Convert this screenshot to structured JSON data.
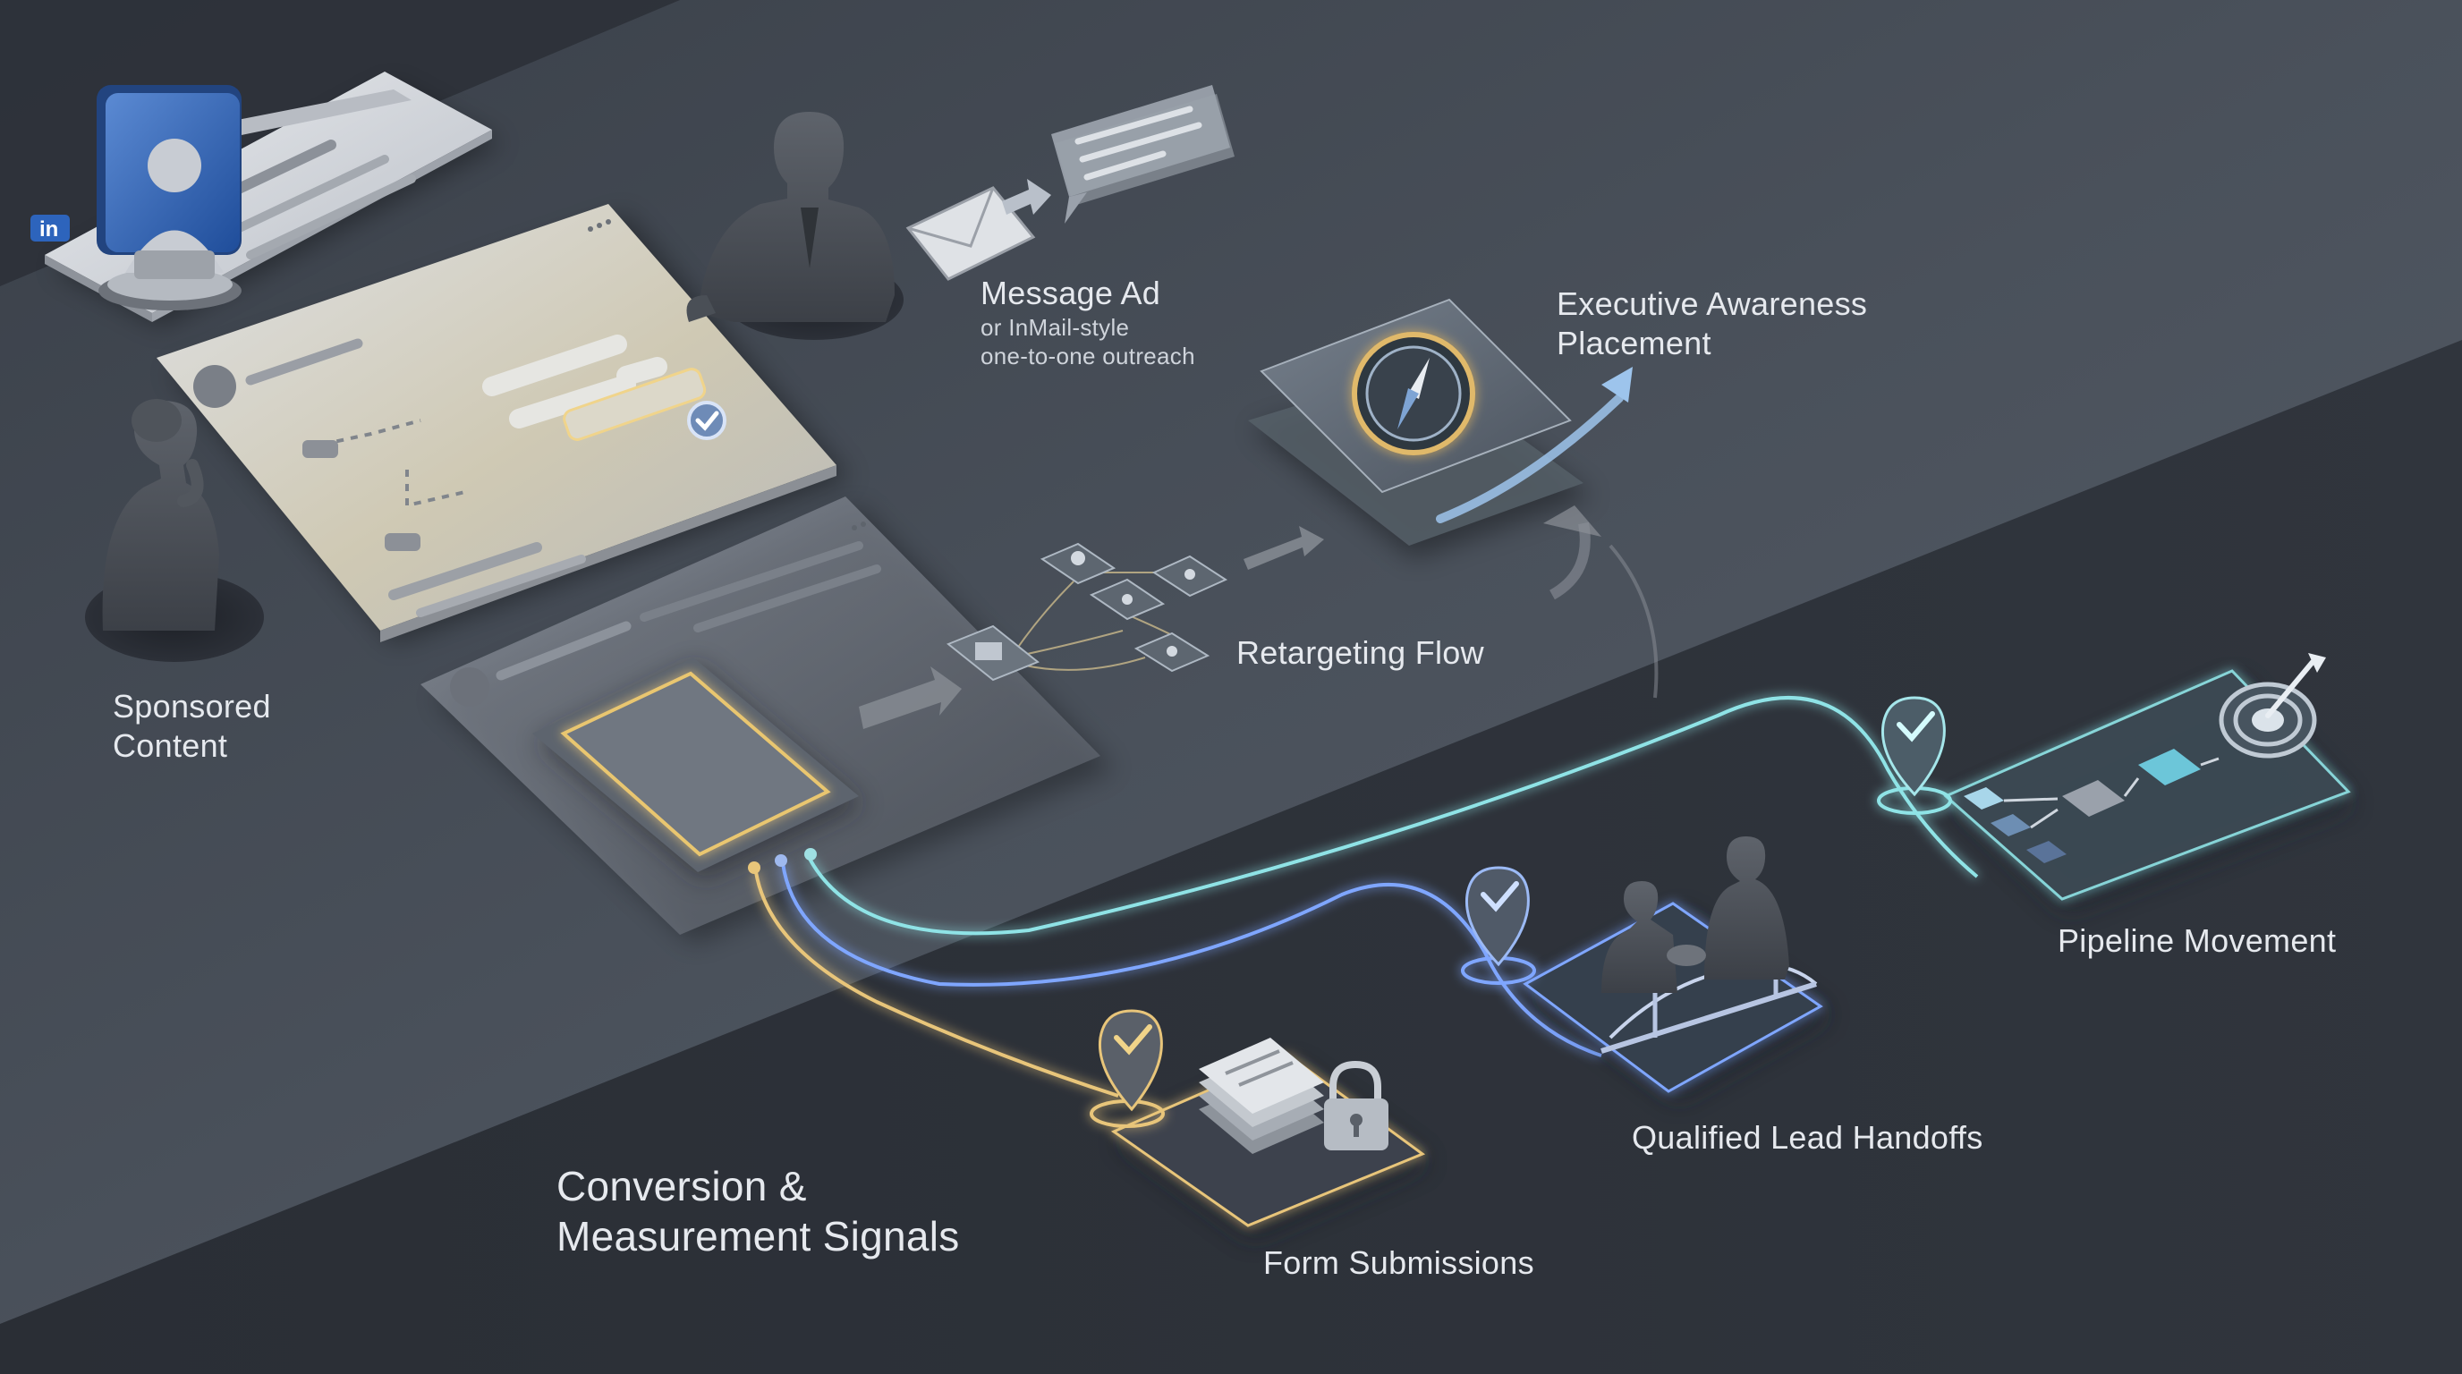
{
  "labels": {
    "sponsored_content": [
      "Sponsored",
      "Content"
    ],
    "message_ad": {
      "title": "Message Ad",
      "subtitle": [
        "or InMail-style",
        "one-to-one outreach"
      ]
    },
    "executive_awareness": [
      "Executive Awareness",
      "Placement"
    ],
    "retargeting_flow": "Retargeting Flow",
    "pipeline_movement": "Pipeline Movement",
    "qualified_lead_handoffs": "Qualified Lead Handoffs",
    "form_submissions": "Form Submissions",
    "conversion_signals": [
      "Conversion &",
      "Measurement Signals"
    ]
  },
  "brand": {
    "linkedin_badge": "in"
  },
  "colors": {
    "background_dark": "#272b32",
    "background_upper": "#4b525c",
    "path_gold": "#e8c57a",
    "path_blue": "#7fa6ff",
    "path_teal": "#8fe3e6",
    "linkedin_blue": "#2d64bc"
  },
  "icons": [
    "linkedin-icon",
    "profile-avatar-icon",
    "envelope-icon",
    "chat-bubble-icon",
    "compass-icon",
    "checkmark-pin-icon",
    "target-icon",
    "padlock-icon",
    "document-stack-icon",
    "bridge-icon",
    "handshake-icon",
    "network-node-icon"
  ]
}
